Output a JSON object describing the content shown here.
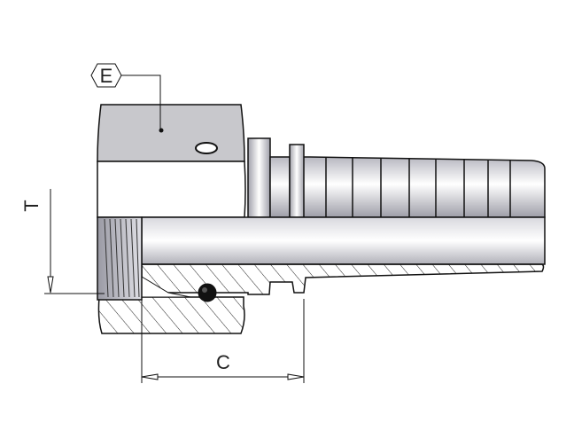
{
  "labels": {
    "hex_size": "E",
    "thread": "T",
    "length": "C"
  },
  "colors": {
    "outline": "#111111",
    "nut_fill": "#c8c8cc",
    "metal_light": "#ffffff",
    "metal_dark": "#a9a9b2",
    "hatch": "#222222"
  }
}
